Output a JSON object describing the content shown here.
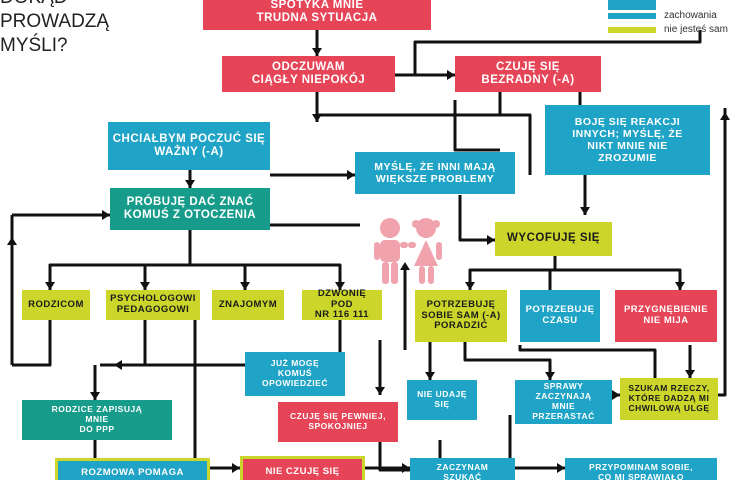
{
  "title": [
    "DOKĄD",
    "PROWADZĄ",
    "MYŚLI?"
  ],
  "legend": [
    {
      "label": "",
      "color": "#1fa3c6"
    },
    {
      "label": "zachowania",
      "color": "#1fa3c6"
    },
    {
      "label": "nie jesteś sam",
      "color": "#cbd52a"
    }
  ],
  "colors": {
    "red": "#e64558",
    "blue": "#1fa3c6",
    "teal": "#179c8b",
    "lime": "#cbd52a",
    "line": "#111111"
  },
  "illustration": "two-children-icon",
  "boxes": {
    "spotyka": "SPOTYKA MNIE\nTRUDNA SYTUACJA",
    "niepokoj": "ODCZUWAM\nCIĄGŁY NIEPOKÓJ",
    "bezradny": "CZUJĘ SIĘ\nBEZRADNY (-A)",
    "wazny": "CHCIAŁBYM POCZUĆ SIĘ\nWAŻNY (-A)",
    "boje": "BOJĘ SIĘ REAKCJI\nINNYCH; MYŚLĘ, ŻE\nNIKT MNIE NIE\nZROZUMIE",
    "mysle": "MYŚLĘ, ŻE INNI MAJĄ\nWIĘKSZE PROBLEMY",
    "probuje": "PRÓBUJĘ DAĆ ZNAĆ\nKOMUŚ Z OTOCZENIA",
    "wycofuje": "WYCOFUJĘ SIĘ",
    "rodzicom": "RODZICOM",
    "psychologowi": "PSYCHOLOGOWI\nPEDAGOGOWI",
    "znajomym": "ZNAJOMYM",
    "dzwonie": "DZWONIĘ POD\nNR 116 111",
    "potrzebuje_sam": "POTRZEBUJĘ\nSOBIE SAM (-A)\nPORADZIĆ",
    "potrzebuje_czasu": "POTRZEBUJĘ\nCZASU",
    "przygnebienie": "PRZYGNĘBIENIE\nNIE MIJA",
    "juz_moge": "JUŻ MOGĘ\nKOMUŚ\nOPOWIEDZIEĆ",
    "nie_udaje": "NIE UDAJĘ\nSIĘ",
    "sprawy": "SPRAWY\nZACZYNAJĄ\nMNIE\nPRZERASTAĆ",
    "szukam": "SZUKAM RZECZY,\nKTÓRE DADZĄ MI\nCHWILOWĄ ULGĘ",
    "rodzice": "RODZICE ZAPISUJĄ\nMNIE\nDO PPP",
    "czuje_pewniej": "CZUJĘ SIĘ PEWNIEJ,\nSPOKOJNIEJ",
    "rozmowa": "ROZMOWA POMAGA",
    "nie_czuje": "NIE CZUJĘ SIĘ",
    "zaczynam": "ZACZYNAM\nSZUKAĆ",
    "przypominam": "PRZYPOMINAM SOBIE,\nCO MI SPRAWIAŁO"
  }
}
